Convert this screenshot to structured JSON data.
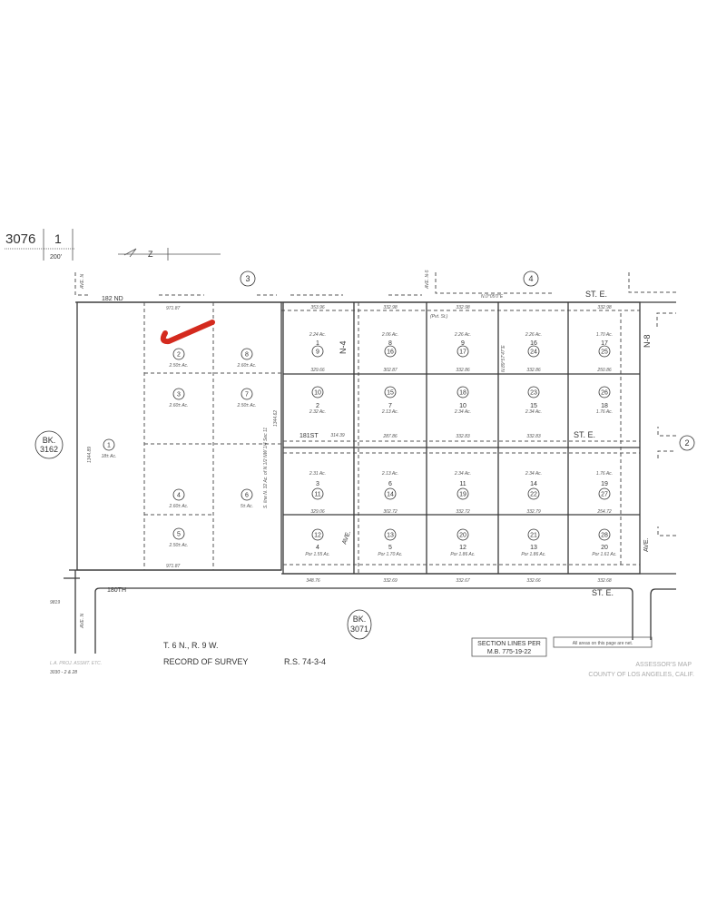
{
  "header": {
    "book": "3076",
    "page": "1",
    "scale": "200'"
  },
  "north_arrow": {
    "label": "Z"
  },
  "map_numbers": {
    "top_left": "3",
    "top_right": "4",
    "right": "2"
  },
  "adjacent_books": {
    "left": {
      "bk": "BK.",
      "num": "3162"
    },
    "bottom": {
      "bk": "BK.",
      "num": "3071"
    }
  },
  "streets": {
    "top": "182 ND",
    "top_right": "ST. E.",
    "middle": "181ST",
    "middle_right": "ST. E.",
    "bottom": "180TH",
    "bottom_right": "ST. E.",
    "ave_n4": "N-4",
    "ave_n8": "N-8",
    "ave_left_top": "AVE. N",
    "ave_left_bottom": "AVE. N",
    "ave_right": "AVE.",
    "ave_mid": "AVE.",
    "top_ave": "AVE. N-5",
    "bearing_top": "N.0°05'0\"E",
    "bearing_mid": "N.89°57'47\"E",
    "pvt_st": "(Pvt. St.)",
    "sec_line": "S. line N. 32 Ac. of N 1/2 NW 1/4 Sec 11"
  },
  "left_parcels": [
    {
      "id": "1",
      "acres": "18± Ac."
    },
    {
      "id": "2",
      "acres": "2.50± Ac."
    },
    {
      "id": "8",
      "acres": "2.60± Ac."
    },
    {
      "id": "3",
      "acres": "2.60± Ac."
    },
    {
      "id": "7",
      "acres": "2.50± Ac."
    },
    {
      "id": "4",
      "acres": "2.60± Ac."
    },
    {
      "id": "6",
      "acres": "5± Ac."
    },
    {
      "id": "5",
      "acres": "2.50± Ac."
    }
  ],
  "right_parcels": [
    {
      "id": "9",
      "lot": "1",
      "acres": "2.24 Ac."
    },
    {
      "id": "16",
      "lot": "8",
      "acres": "2.06 Ac."
    },
    {
      "id": "17",
      "lot": "9",
      "acres": "2.26 Ac."
    },
    {
      "id": "24",
      "lot": "16",
      "acres": "2.26 Ac."
    },
    {
      "id": "25",
      "lot": "17",
      "acres": "1.70 Ac."
    },
    {
      "id": "10",
      "lot": "2",
      "acres": "2.32 Ac."
    },
    {
      "id": "15",
      "lot": "7",
      "acres": "2.13 Ac."
    },
    {
      "id": "18",
      "lot": "10",
      "acres": "2.34 Ac."
    },
    {
      "id": "23",
      "lot": "15",
      "acres": "2.34 Ac."
    },
    {
      "id": "26",
      "lot": "18",
      "acres": "1.76 Ac."
    },
    {
      "id": "11",
      "lot": "3",
      "acres": "2.31 Ac."
    },
    {
      "id": "14",
      "lot": "6",
      "acres": "2.13 Ac."
    },
    {
      "id": "19",
      "lot": "11",
      "acres": "2.34 Ac."
    },
    {
      "id": "22",
      "lot": "14",
      "acres": "2.34 Ac."
    },
    {
      "id": "27",
      "lot": "19",
      "acres": "1.76 Ac."
    },
    {
      "id": "12",
      "lot": "4",
      "acres": "Por 1.55 Ac."
    },
    {
      "id": "13",
      "lot": "5",
      "acres": "Por 1.70 Ac."
    },
    {
      "id": "20",
      "lot": "12",
      "acres": "Por 1.86 Ac."
    },
    {
      "id": "21",
      "lot": "13",
      "acres": "Por 1.86 Ac."
    },
    {
      "id": "28",
      "lot": "20",
      "acres": "Por 1.61 Ac."
    }
  ],
  "dimensions": {
    "left_top": "971.87",
    "left_bottom": "971.87",
    "left_side": "1344.89",
    "right_side": "1344.62",
    "top_row": [
      "353.96",
      "332.98",
      "332.98",
      "332.98"
    ],
    "row0_bottom": [
      "329.66",
      "302.87",
      "332.86",
      "332.86",
      "250.86"
    ],
    "row1_top": [
      "314.39",
      "287.86",
      "332.83",
      "332.83"
    ],
    "row2_bottom": [
      "329.06",
      "302.72",
      "332.72",
      "332.79",
      "254.72"
    ],
    "bottom_row": [
      "348.76",
      "332.69",
      "332.67",
      "332.66",
      "332.68"
    ]
  },
  "footer": {
    "township": "T. 6 N., R. 9 W.",
    "record_label": "RECORD OF SURVEY",
    "record_ref": "R.S. 74-3-4",
    "section_lines_1": "SECTION LINES PER",
    "section_lines_2": "M.B. 775-19-22",
    "net_note": "All areas on this page are net.",
    "assessor_1": "ASSESSOR'S MAP",
    "assessor_2": "COUNTY OF LOS ANGELES, CALIF.",
    "code": "9819",
    "ref": "3030 - 2 & 28",
    "faint_ref": "L.A. PROJ. ASSMT. ETC."
  },
  "colors": {
    "markup": "#d42a1e",
    "lines": "#3a3a3a"
  }
}
